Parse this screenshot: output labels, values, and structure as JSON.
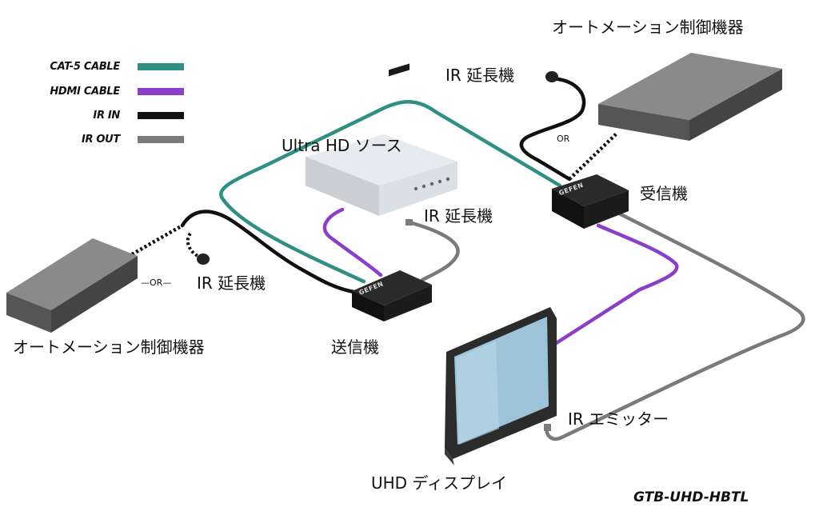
{
  "legend": [
    {
      "label": "CAT-5 CABLE",
      "color": "#2f8f83"
    },
    {
      "label": "HDMI CABLE",
      "color": "#8a3fc8"
    },
    {
      "label": "IR IN",
      "color": "#111111"
    },
    {
      "label": "IR OUT",
      "color": "#7a7a7a"
    }
  ],
  "labels": {
    "automation_top": "オートメーション制御機器",
    "automation_left": "オートメーション制御機器",
    "ir_extender_top": "IR 延長機",
    "ir_extender_mid": "IR 延長機",
    "ir_extender_left": "IR 延長機",
    "or_top": "OR",
    "or_left": "OR",
    "uhd_source": "Ultra HD ソース",
    "receiver": "受信機",
    "transmitter": "送信機",
    "ir_emitter": "IR エミッター",
    "uhd_display": "UHD ディスプレイ",
    "model": "GTB-UHD-HBTL",
    "brand_tx": "GEFEN",
    "brand_rx": "GEFEN"
  }
}
